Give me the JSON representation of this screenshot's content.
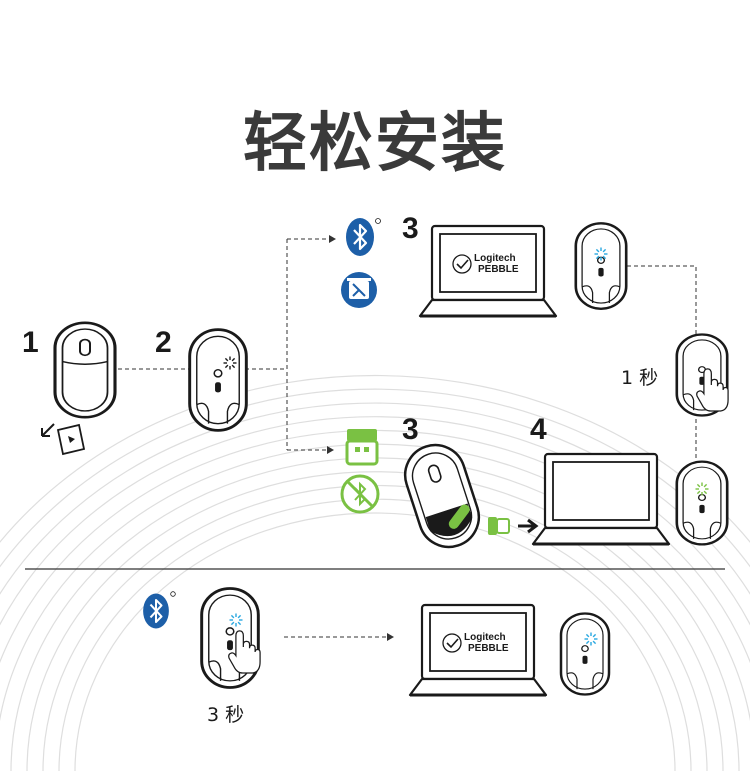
{
  "title": "轻松安装",
  "steps": [
    "1",
    "2",
    "3",
    "3",
    "4"
  ],
  "durations": {
    "short_press": "1 秒",
    "long_press": "3 秒"
  },
  "screen_text": {
    "line1": "Logitech",
    "line2": "PEBBLE"
  },
  "colors": {
    "bluetooth": "#1d5fa8",
    "receiver": "#7ac143",
    "ink": "#1a1a1a",
    "led_blue": "#2aa8e0",
    "led_green": "#7ac143",
    "arc": "#dedede"
  },
  "icons": [
    "bluetooth-icon",
    "device-icon",
    "usb-receiver-icon",
    "bluetooth-crossed-icon",
    "aa-battery-icon",
    "finger-press-icon",
    "arrow-icon"
  ]
}
